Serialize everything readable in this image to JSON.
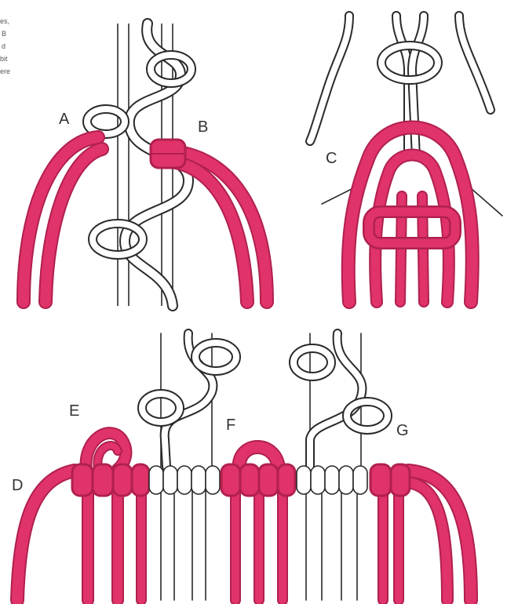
{
  "colors": {
    "cord_red": "#e0336a",
    "cord_red_dark": "#b0204e",
    "cord_white": "#ffffff",
    "outline": "#2a2a2a",
    "background": "#ffffff"
  },
  "labels": {
    "a": "A",
    "b": "B",
    "c": "C",
    "d": "D",
    "e": "E",
    "f": "F",
    "g": "G"
  },
  "cropped_caption": [
    "es,",
    "B",
    "d",
    "bit",
    "ere"
  ]
}
